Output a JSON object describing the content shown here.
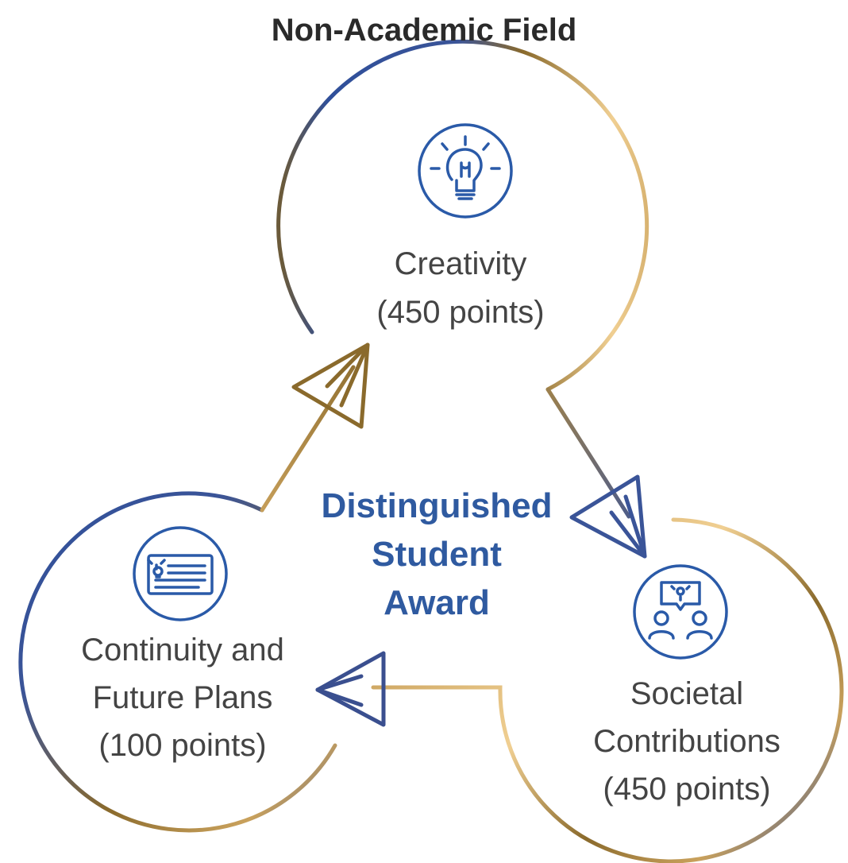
{
  "diagram": {
    "heading": "Non-Academic Field",
    "center": {
      "line1": "Distinguished",
      "line2": "Student",
      "line3": "Award"
    },
    "nodes": [
      {
        "icon": "lightbulb-icon",
        "line1": "Creativity",
        "line2": "(450 points)"
      },
      {
        "icon": "discussion-people-icon",
        "line1": "Societal",
        "line2": "Contributions",
        "line3": "(450 points)"
      },
      {
        "icon": "idea-card-icon",
        "line1": "Continuity and",
        "line2": "Future Plans",
        "line3": "(100 points)"
      }
    ]
  },
  "colors": {
    "gold": "#c9a15c",
    "light_gold": "#f0cf92",
    "dark_gold": "#8a6a2c",
    "blue": "#2f4f9a",
    "icon_blue": "#2a5aa8",
    "center_text": "#2f5aa0",
    "body_text": "#444444",
    "heading_text": "#2a2a2a"
  }
}
